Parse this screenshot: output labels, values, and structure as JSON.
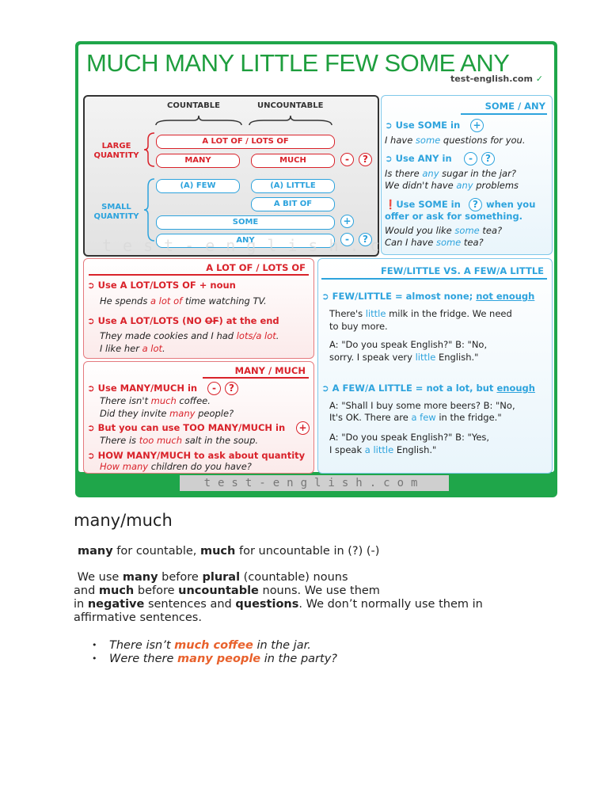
{
  "poster": {
    "title": "MUCH MANY LITTLE FEW SOME ANY",
    "brand_small": "test-english.com",
    "footer_brand": "test-english.com",
    "colors": {
      "green": "#1fa64a",
      "red": "#d9222a",
      "blue": "#2da3dd",
      "orange": "#e8612c"
    },
    "chart": {
      "countable": "COUNTABLE",
      "uncountable": "UNCOUNTABLE",
      "large_quantity": "LARGE\nQUANTITY",
      "small_quantity": "SMALL\nQUANTITY",
      "a_lot": "A LOT OF / LOTS OF",
      "many": "MANY",
      "much": "MUCH",
      "few": "(A) FEW",
      "little": "(A) LITTLE",
      "a_bit_of": "A BIT OF",
      "some": "SOME",
      "any": "ANY",
      "minus": "-",
      "question": "?",
      "plus": "+"
    },
    "some_any": {
      "heading": "SOME / ANY",
      "r1": "Use SOME in",
      "r1_ex": "I have some questions for you.",
      "r2": "Use ANY in",
      "r2_ex1": "Is there any sugar in the jar?",
      "r2_ex2": "We didn't have any problems",
      "r3a": "Use SOME in",
      "r3b": "when you",
      "r3c": "offer or ask for something.",
      "r3_ex1": "Would you like some tea?",
      "r3_ex2": "Can I have some tea?"
    },
    "alot": {
      "heading": "A LOT OF / LOTS OF",
      "r1": "Use A LOT/LOTS OF + noun",
      "r1_ex": "He spends a lot of time watching TV.",
      "r2a": "Use A LOT/LOTS (NO",
      "r2b": "OF",
      "r2c": ") at the end",
      "r2_ex1": "They made cookies and I had lots/a lot.",
      "r2_ex2": "I like her a lot."
    },
    "manymuch": {
      "heading": "MANY / MUCH",
      "r1": "Use MANY/MUCH in",
      "r1_ex1": "There isn't much coffee.",
      "r1_ex2": "Did they invite many people?",
      "r2": "But you can use TOO MANY/MUCH in",
      "r2_ex": "There is too much salt in the soup.",
      "r3": "HOW MANY/MUCH to ask about quantity",
      "r3_ex": "How many children do you have?"
    },
    "fewlittle": {
      "heading": "FEW/LITTLE VS. A FEW/A LITTLE",
      "r1a": "FEW/LITTLE = almost none;",
      "r1b": "not enough",
      "r1_ex1": "There's little milk in the fridge. We need",
      "r1_ex2": "to buy more.",
      "r1_ex3": "A: \"Do you speak English?\" B: \"No,",
      "r1_ex4": "sorry. I speak very little English.\"",
      "r2a": "A FEW/A LITTLE = not a lot, but",
      "r2b": "enough",
      "r2_ex1": "A: \"Shall I buy some more beers? B: \"No,",
      "r2_ex2": "It's OK. There are a few in the fridge.\"",
      "r2_ex3": "A: \"Do you speak English?\" B: \"Yes,",
      "r2_ex4": "I speak a little English.\""
    }
  },
  "article": {
    "section_title": "many/much",
    "line1": "many for countable, much for uncountable in (?) (-)",
    "para": "We use many before plural (countable) nouns and much before uncountable nouns. We use them in negative sentences and questions. We don’t normally use them in affirmative sentences.",
    "bullets": [
      "There isn’t much coffee in the jar.",
      "Were there many people in the party?"
    ]
  }
}
